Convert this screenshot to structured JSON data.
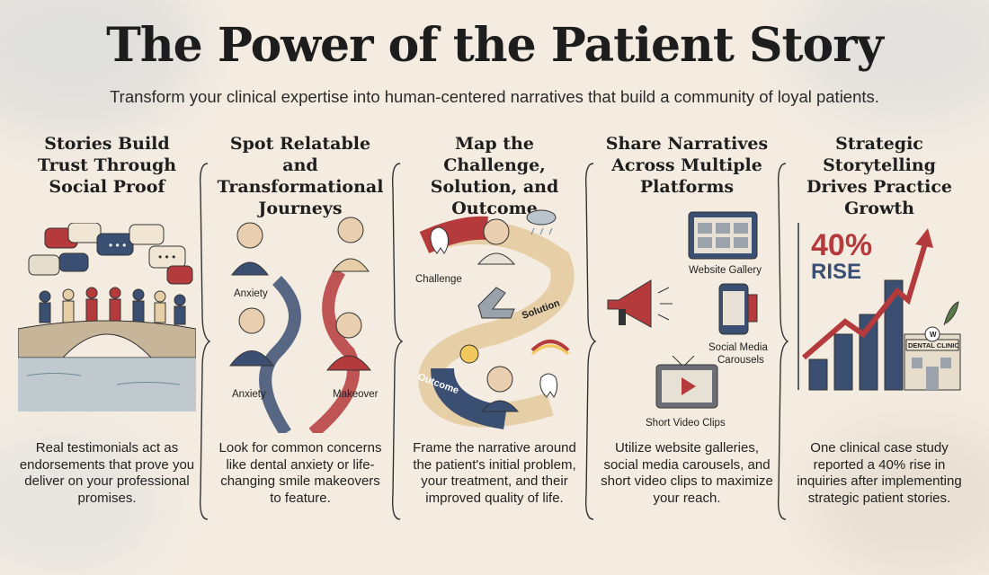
{
  "header": {
    "title": "The Power of the Patient Story",
    "subtitle": "Transform your clinical expertise into human-centered narratives that build a community of loyal patients."
  },
  "columns": [
    {
      "title": "Stories Build Trust Through Social Proof",
      "body": "Real testimonials act as endorsements that prove you deliver on your professional promises.",
      "labels": []
    },
    {
      "title": "Spot Relatable and Transformational Journeys",
      "body": "Look for common concerns like dental anxiety or life-changing smile makeovers to feature.",
      "labels": [
        "Anxiety",
        "Anxiety",
        "Makeover"
      ]
    },
    {
      "title": "Map the Challenge, Solution, and Outcome",
      "body": "Frame the narrative around the patient's initial problem, your treatment, and their improved quality of life.",
      "labels": [
        "Challenge",
        "Solution",
        "Outcome"
      ]
    },
    {
      "title": "Share Narratives Across Multiple Platforms",
      "body": "Utilize website galleries, social media carousels, and short video clips to maximize your reach.",
      "labels": [
        "Website Gallery",
        "Social Media",
        "Carousels",
        "Short Video Clips"
      ]
    },
    {
      "title": "Strategic Storytelling Drives Practice Growth",
      "body": "One clinical case study reported a 40% rise in inquiries after implementing strategic patient stories.",
      "labels": [
        "40%",
        "RISE",
        "DENTAL CLINIC",
        "W"
      ]
    }
  ],
  "colors": {
    "background": "#f4ece1",
    "red": "#b53a3c",
    "navy": "#3b4f72",
    "sand": "#e6cfa6"
  },
  "icons": [
    "speech-bubble-icon",
    "megaphone-icon",
    "tablet-gallery-icon",
    "phone-carousel-icon",
    "tv-play-icon",
    "tooth-icon",
    "dental-chair-icon",
    "sun-icon",
    "rainbow-icon",
    "rain-cloud-icon",
    "growth-arrow-icon",
    "clinic-building-icon"
  ]
}
